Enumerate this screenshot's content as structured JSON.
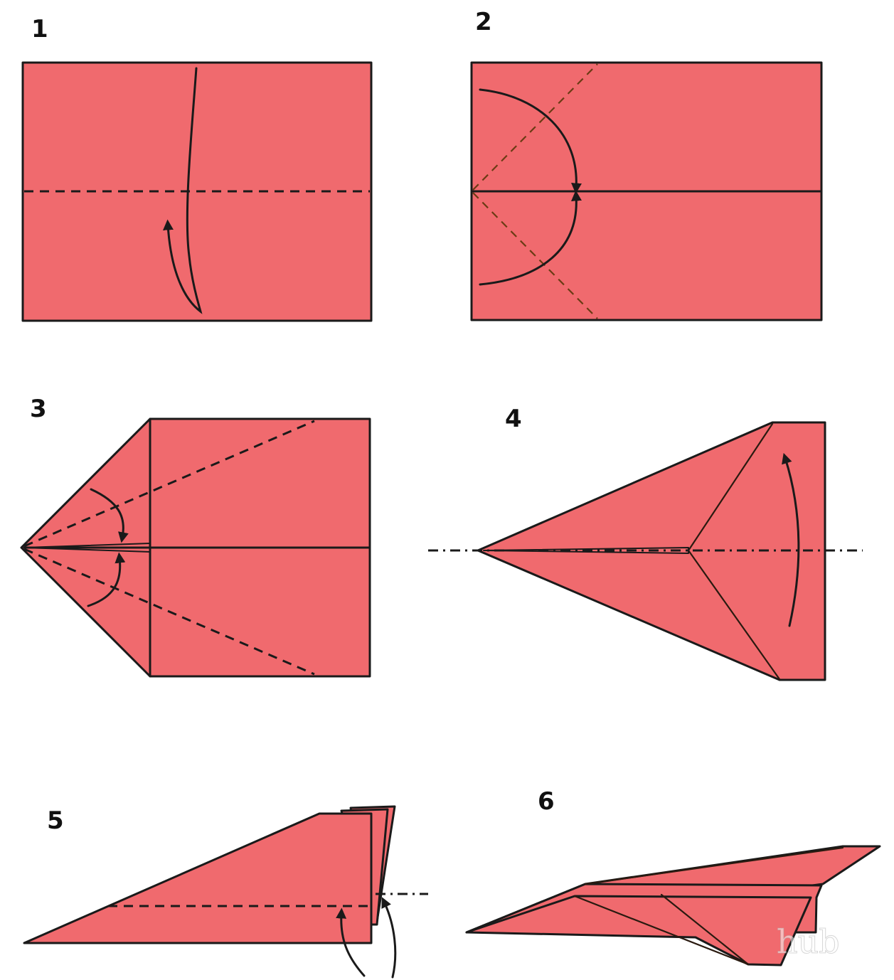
{
  "paper_color": "#f06a6e",
  "outline_color": "#1a1a1a",
  "steps": [
    {
      "number": "1"
    },
    {
      "number": "2"
    },
    {
      "number": "3"
    },
    {
      "number": "4"
    },
    {
      "number": "5"
    },
    {
      "number": "6"
    }
  ],
  "watermark": "hub"
}
